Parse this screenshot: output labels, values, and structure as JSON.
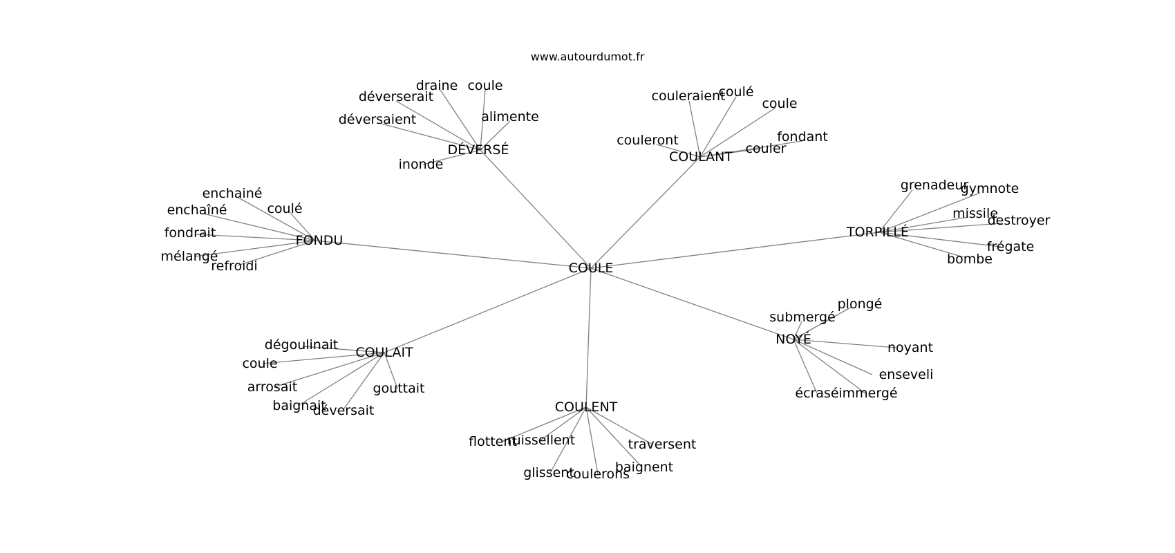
{
  "site_label": "www.autourdumot.fr",
  "graph": {
    "center": "COULE",
    "clusters": [
      {
        "hub": "DÉVERSÉ",
        "leaves": [
          "draine",
          "coule",
          "déverserait",
          "alimente",
          "déversaient",
          "inonde"
        ]
      },
      {
        "hub": "COULANT",
        "leaves": [
          "couleraient",
          "coulé",
          "coule",
          "couleront",
          "fondant",
          "couler"
        ]
      },
      {
        "hub": "TORPILLÉ",
        "leaves": [
          "grenadeur",
          "gymnote",
          "missile",
          "destroyer",
          "frégate",
          "bombe"
        ]
      },
      {
        "hub": "FONDU",
        "leaves": [
          "enchainé",
          "enchaîné",
          "coulé",
          "fondrait",
          "mélangé",
          "refroidi"
        ]
      },
      {
        "hub": "NOYÉ",
        "leaves": [
          "plongé",
          "submergé",
          "noyant",
          "enseveli",
          "écrasé",
          "immergé"
        ]
      },
      {
        "hub": "COULAIT",
        "leaves": [
          "dégoulinait",
          "coule",
          "arrosait",
          "baignait",
          "déversait",
          "gouttait"
        ]
      },
      {
        "hub": "COULENT",
        "leaves": [
          "flottent",
          "ruissellent",
          "traversent",
          "glissent",
          "coulerons",
          "baignent"
        ]
      }
    ]
  }
}
